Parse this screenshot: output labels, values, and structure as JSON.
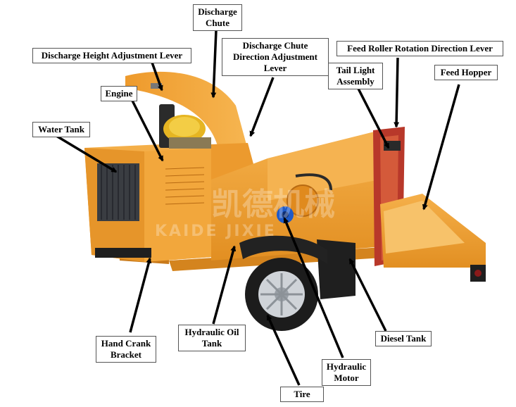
{
  "labels": {
    "discharge_chute": {
      "lines": [
        "Discharge",
        "Chute"
      ]
    },
    "discharge_height_lever": {
      "lines": [
        "Discharge Height Adjustment Lever"
      ]
    },
    "discharge_chute_direction_lever": {
      "lines": [
        "Discharge Chute",
        "Direction Adjustment",
        "Lever"
      ]
    },
    "feed_roller_lever": {
      "lines": [
        "Feed Roller Rotation Direction Lever"
      ]
    },
    "tail_light": {
      "lines": [
        "Tail Light",
        "Assembly"
      ]
    },
    "feed_hopper": {
      "lines": [
        "Feed Hopper"
      ]
    },
    "engine": {
      "lines": [
        "Engine"
      ]
    },
    "water_tank": {
      "lines": [
        "Water Tank"
      ]
    },
    "hand_crank": {
      "lines": [
        "Hand Crank",
        "Bracket"
      ]
    },
    "hydraulic_oil_tank": {
      "lines": [
        "Hydraulic Oil",
        "Tank"
      ]
    },
    "diesel_tank": {
      "lines": [
        "Diesel Tank"
      ]
    },
    "hydraulic_motor": {
      "lines": [
        "Hydraulic",
        "Motor"
      ]
    },
    "tire": {
      "lines": [
        "Tire"
      ]
    }
  },
  "watermark": {
    "cn": "凯德机械",
    "en": "KAIDE JIXIE"
  },
  "colors": {
    "body": "#F0A030",
    "body_dark": "#C97A1A",
    "frame": "#B8382A",
    "radiator": "#3a3d42",
    "tire": "#1c1c1c",
    "motor": "#1E5AC8",
    "label_border": "#555555"
  }
}
